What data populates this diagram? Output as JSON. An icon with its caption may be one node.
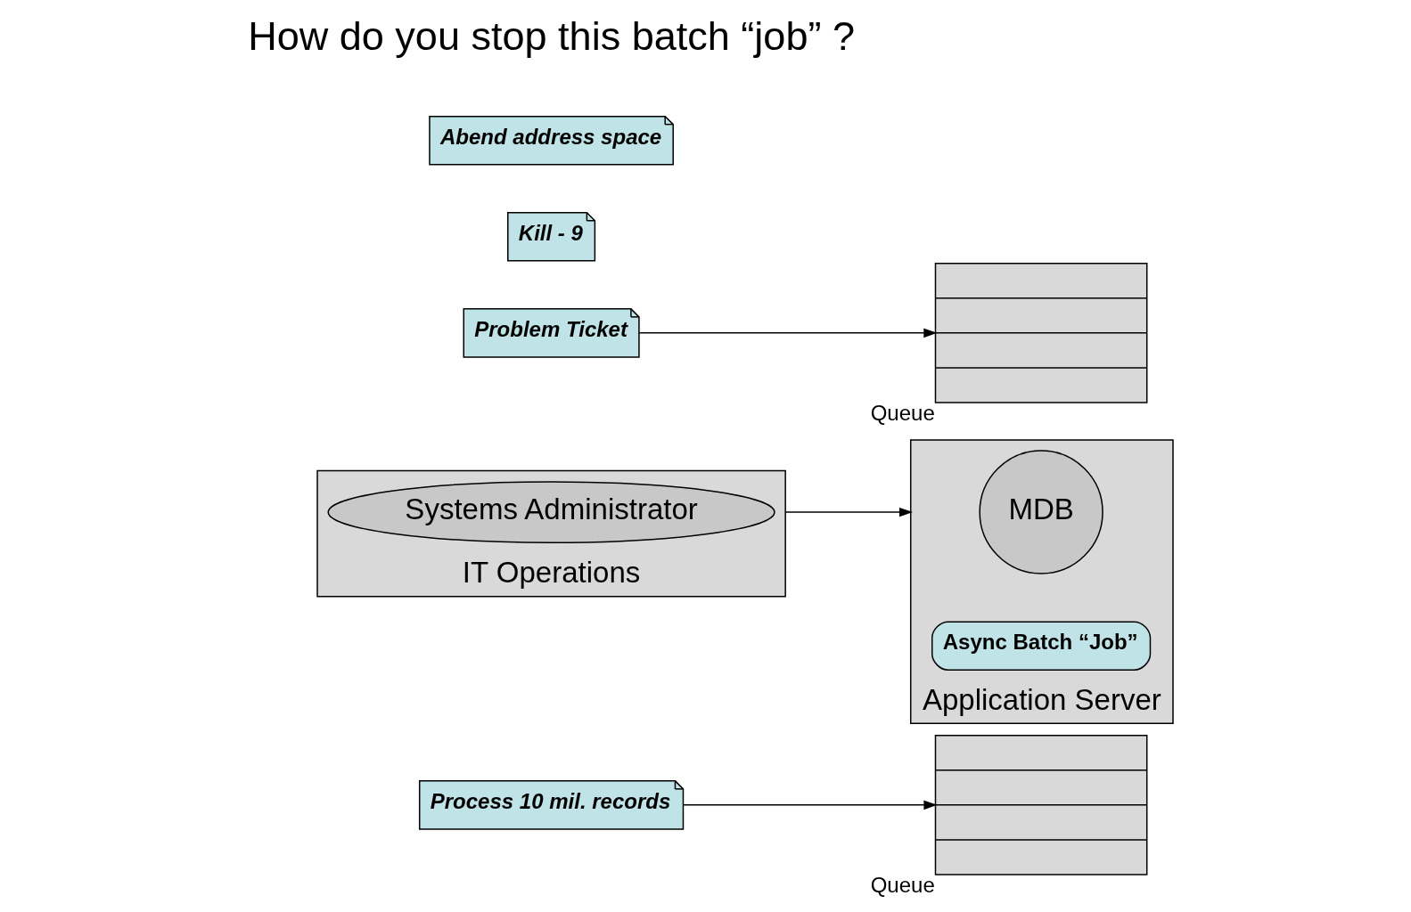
{
  "diagram": {
    "nodes": [
      {
        "text": [
          "Process 10 mil. records"
        ]
      },
      {
        "text": [],
        "shape": "box",
        "beside": [
          "Queue"
        ]
      },
      {
        "text": [
          "Application Server"
        ]
      },
      {
        "text": [
          "MDB"
        ],
        "in": 2
      },
      {
        "text": [
          "Async Batch “Job”"
        ],
        "in": 2
      },
      {
        "text": [
          "Problem Ticket"
        ]
      },
      {
        "text": [],
        "shape": "box",
        "beside": [
          "Queue"
        ]
      },
      {
        "text": [
          "IT Operations"
        ]
      },
      {
        "text": [
          "Systems Administrator"
        ],
        "in": 7
      },
      {
        "text": [
          "Kill - 9"
        ]
      },
      {
        "text": [
          "Abend address space"
        ]
      }
    ],
    "edges": [
      {
        "from": 0,
        "to": 1,
        "arrow": "to"
      },
      {
        "from": 5,
        "to": 6,
        "arrow": "to"
      },
      {
        "from": 7,
        "to": 2,
        "arrow": "to"
      }
    ],
    "labels": [
      "How do you stop this batch “job” ?"
    ]
  }
}
